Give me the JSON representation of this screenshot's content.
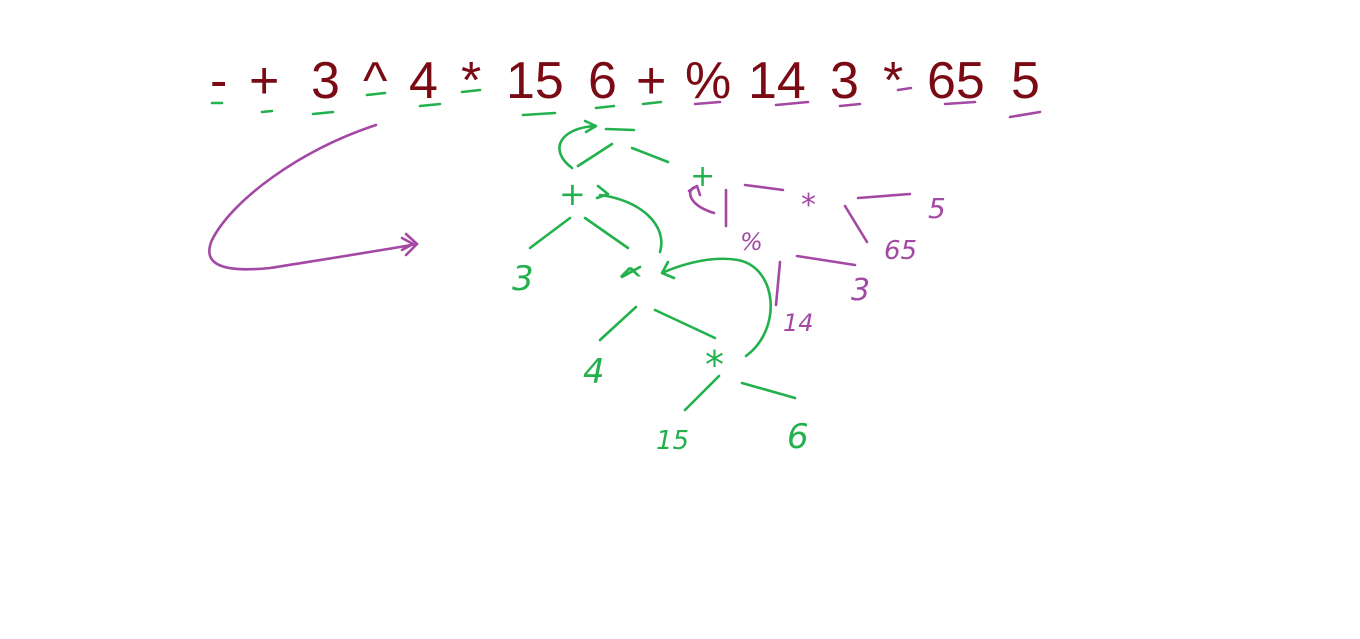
{
  "expression": {
    "tokens": [
      "-",
      "+",
      "3",
      "^",
      "4",
      "*",
      "15",
      "6",
      "+",
      "%",
      "14",
      "3",
      "*",
      "65",
      "5"
    ]
  },
  "tree_labels": {
    "green": [
      "+",
      "3",
      "^",
      "4",
      "*",
      "15",
      "6",
      "+"
    ],
    "purple": [
      "%",
      "*",
      "5",
      "65",
      "3",
      "14"
    ]
  },
  "colors": {
    "expression_text": "#7a0a14",
    "green_ink": "#22b14c",
    "purple_ink": "#a349a4"
  }
}
